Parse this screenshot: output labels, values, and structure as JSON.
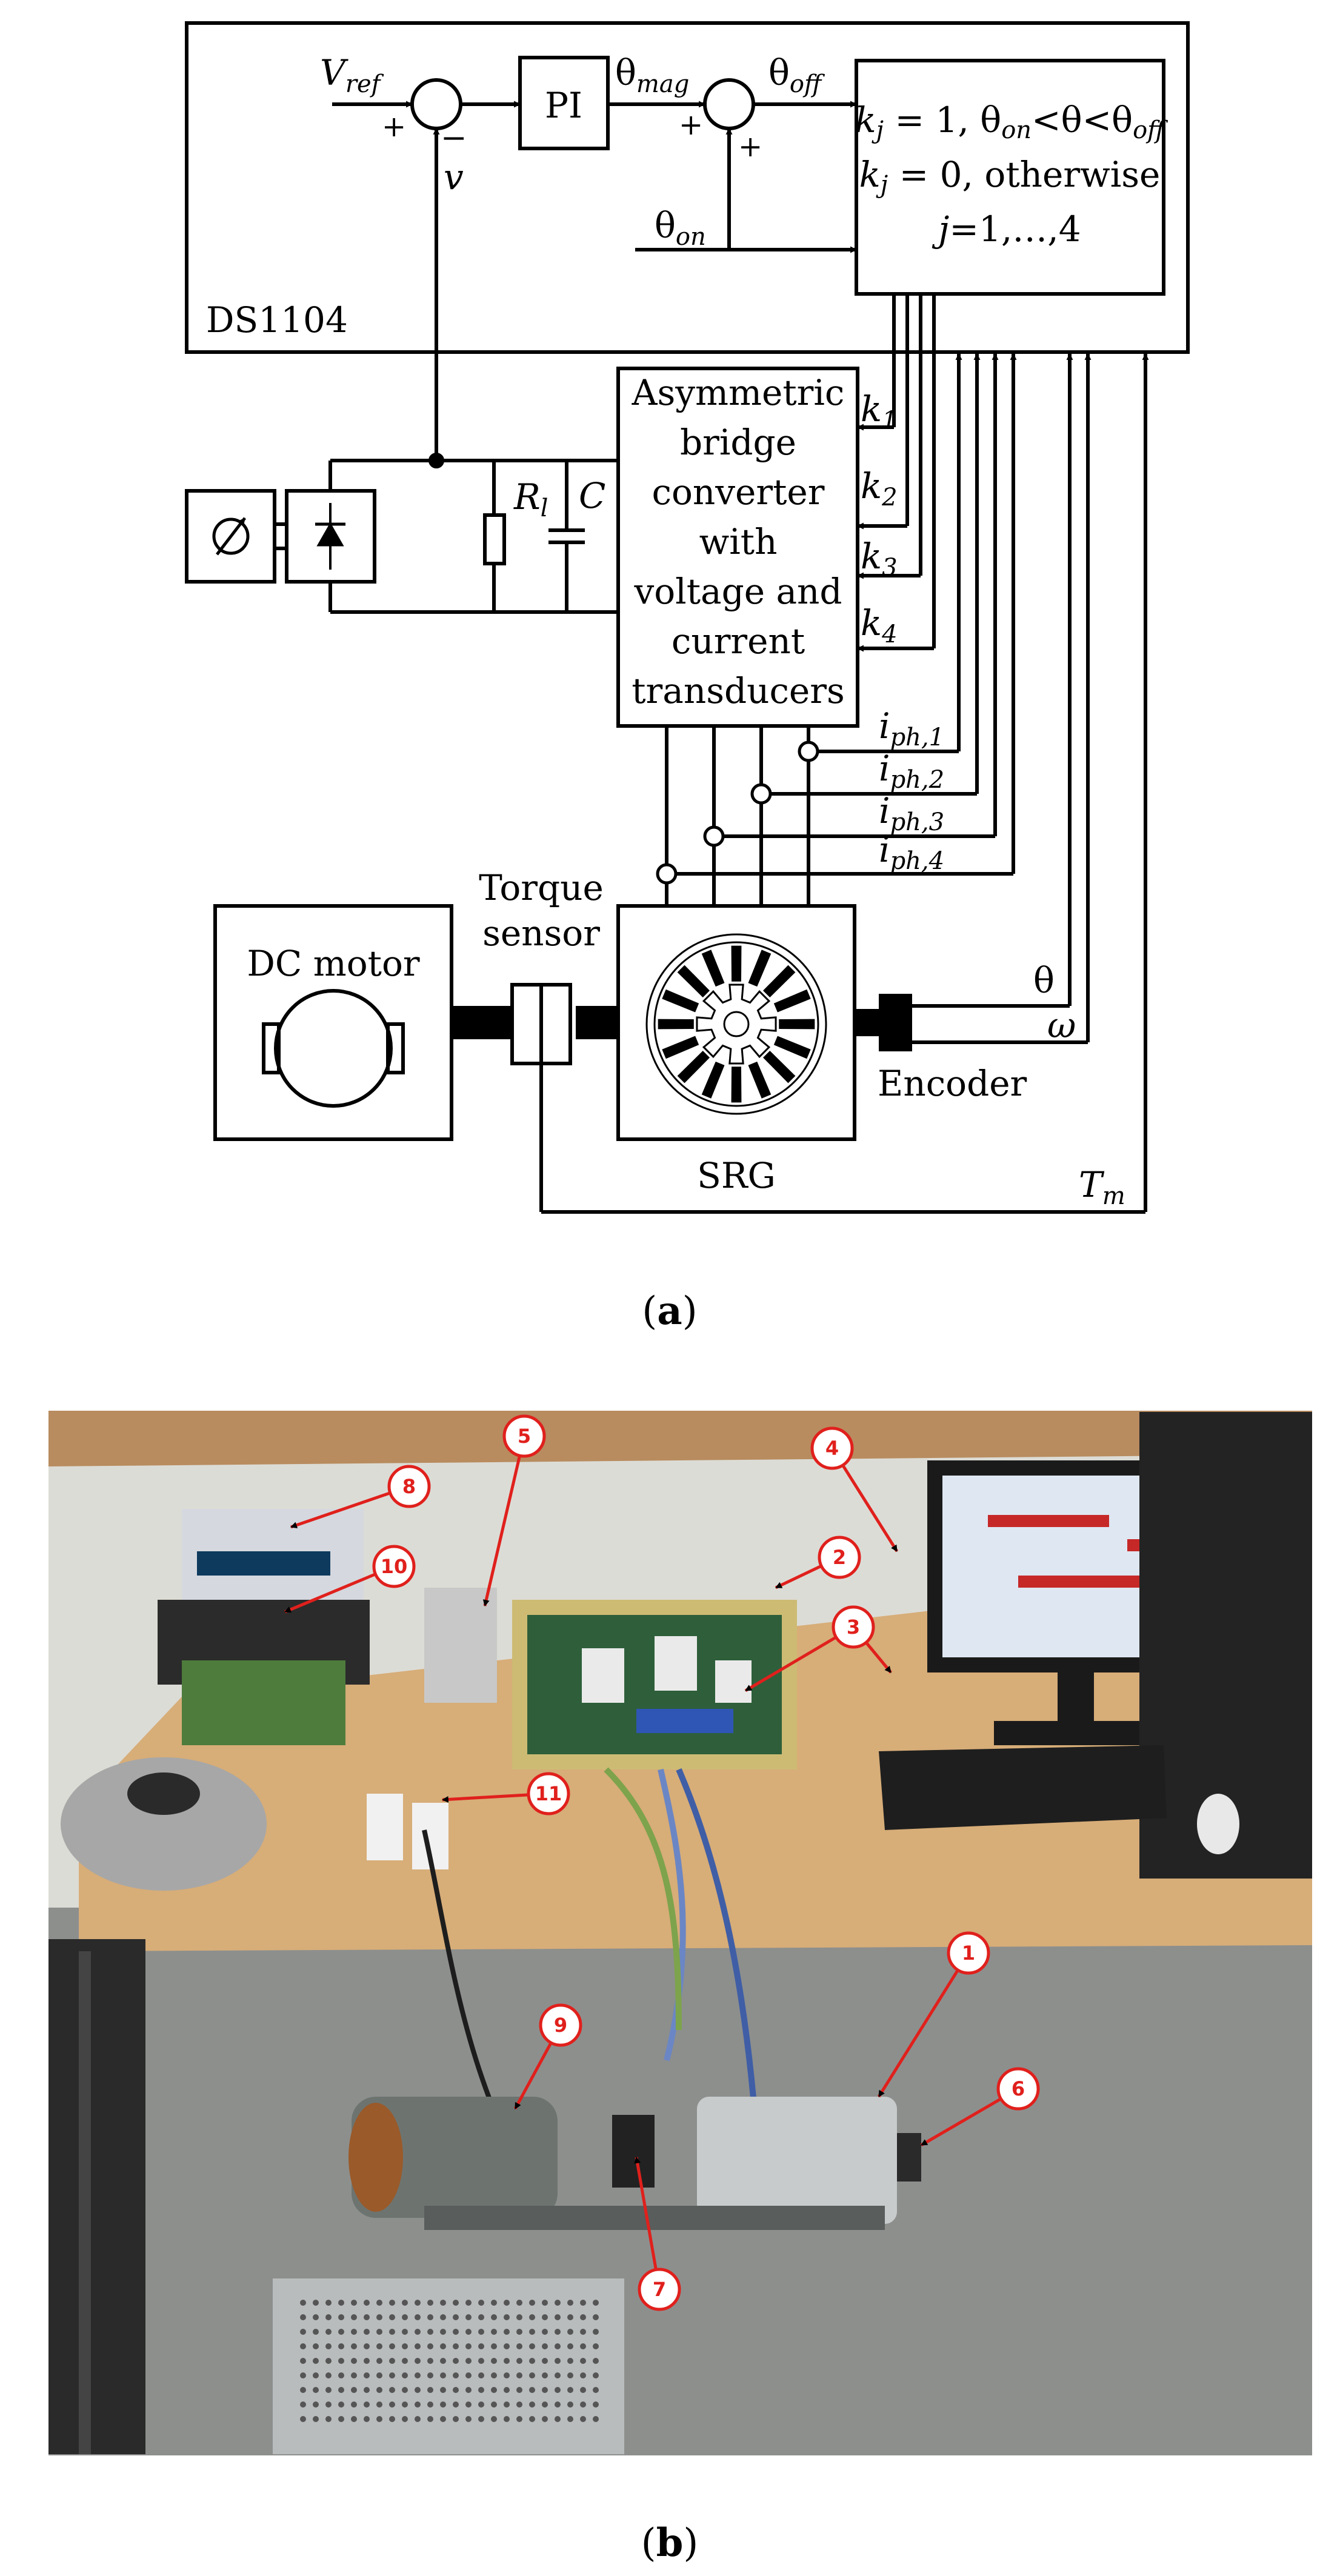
{
  "diagram": {
    "controller_label": "DS1104",
    "vref_main": "V",
    "vref_sub": "ref",
    "plus_sign": "+",
    "minus_sign": "−",
    "v_label": "v",
    "pi_label": "PI",
    "theta_mag_main": "θ",
    "theta_mag_sub": "mag",
    "theta_off_main": "θ",
    "theta_off_sub": "off",
    "theta_on_main": "θ",
    "theta_on_sub": "on",
    "logic_line1": {
      "k": "k",
      "j": "j",
      "rest": " = 1, θ",
      "on": "on",
      "lt": "<θ<θ",
      "off": "off"
    },
    "logic_line2": {
      "k": "k",
      "j": "j",
      "rest": " = 0, otherwise"
    },
    "logic_line3": {
      "j": "j",
      "rest": "=1,…,4"
    },
    "converter_lines": [
      "Asymmetric",
      "bridge",
      "converter",
      "with",
      "voltage and",
      "current",
      "transducers"
    ],
    "k_main": "k",
    "k_subs": [
      "1",
      "2",
      "3",
      "4"
    ],
    "iph_main": "i",
    "iph_subs": [
      "ph,1",
      "ph,2",
      "ph,3",
      "ph,4"
    ],
    "rl_main": "R",
    "rl_sub": "l",
    "c_label": "C",
    "dc_motor_label": "DC motor",
    "torque_sensor_lines": [
      "Torque",
      "sensor"
    ],
    "srg_label": "SRG",
    "encoder_label": "Encoder",
    "theta_label": "θ",
    "omega_label": "ω",
    "tm_main": "T",
    "tm_sub": "m",
    "caption_a": "a",
    "caption_b": "b",
    "photo_markers": [
      "1",
      "2",
      "3",
      "4",
      "5",
      "6",
      "7",
      "8",
      "9",
      "10",
      "11"
    ]
  },
  "colors": {
    "line": "#000000",
    "marker": "#e0201c",
    "desk": "#d7ad78",
    "floor": "#8d8f8d",
    "wall": "#dcdcd6"
  }
}
